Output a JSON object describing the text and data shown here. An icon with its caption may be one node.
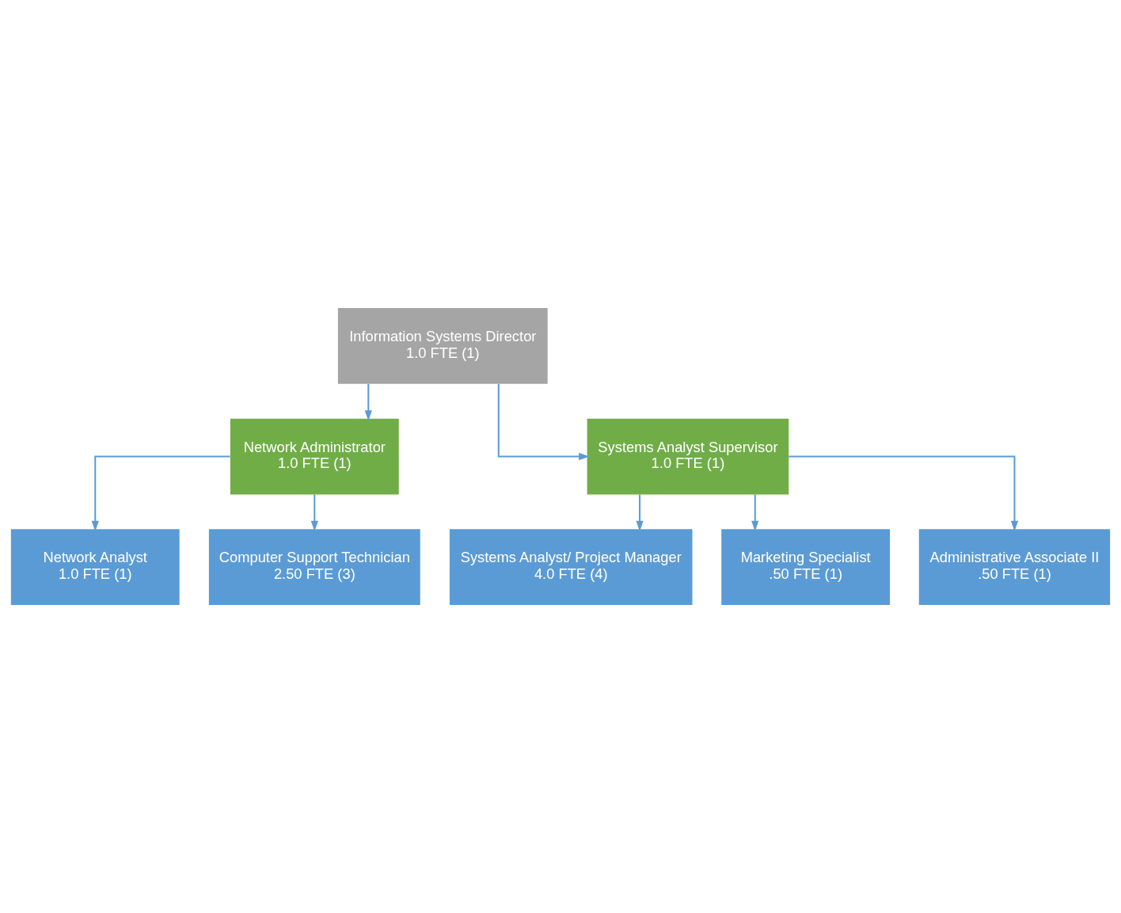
{
  "diagram": {
    "nodes": [
      {
        "text": [
          "Information Systems Director",
          "1.0 FTE (1)"
        ]
      },
      {
        "text": [
          "Network Administrator",
          "1.0 FTE (1)"
        ]
      },
      {
        "text": [
          "Systems Analyst Supervisor",
          "1.0 FTE (1)"
        ]
      },
      {
        "text": [
          "Network Analyst",
          "1.0 FTE (1)"
        ]
      },
      {
        "text": [
          "Computer Support Technician",
          "2.50 FTE (3)"
        ]
      },
      {
        "text": [
          "Systems Analyst/ Project Manager",
          "4.0 FTE (4)"
        ]
      },
      {
        "text": [
          "Marketing Specialist",
          ".50 FTE (1)"
        ]
      },
      {
        "text": [
          "Administrative Associate II",
          ".50 FTE (1)"
        ]
      }
    ],
    "edges": [
      {
        "from": 0,
        "to": 1,
        "arrow": "to"
      },
      {
        "from": 0,
        "to": 2,
        "arrow": "to"
      },
      {
        "from": 1,
        "to": 3,
        "arrow": "to"
      },
      {
        "from": 1,
        "to": 4,
        "arrow": "to"
      },
      {
        "from": 2,
        "to": 5,
        "arrow": "to"
      },
      {
        "from": 2,
        "to": 6,
        "arrow": "to"
      },
      {
        "from": 2,
        "to": 7,
        "arrow": "to"
      }
    ]
  }
}
